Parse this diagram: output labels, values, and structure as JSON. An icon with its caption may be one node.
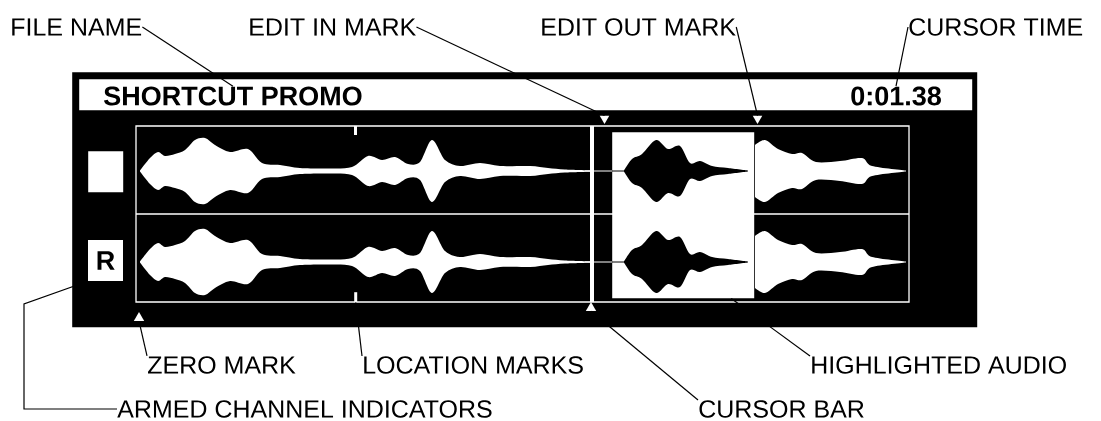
{
  "diagram": {
    "nodes": [
      {
        "text": [
          "FILE NAME"
        ]
      },
      {
        "text": [
          "EDIT IN MARK"
        ]
      },
      {
        "text": [
          "EDIT OUT MARK"
        ]
      },
      {
        "text": [
          "CURSOR TIME"
        ]
      },
      {
        "text": [
          "ZERO MARK"
        ]
      },
      {
        "text": [
          "LOCATION MARKS"
        ]
      },
      {
        "text": [
          "HIGHLIGHTED AUDIO"
        ]
      },
      {
        "text": [
          "ARMED CHANNEL INDICATORS"
        ]
      },
      {
        "text": [
          "CURSOR BAR"
        ]
      },
      {
        "text": [],
        "shape": "box"
      },
      {
        "text": [],
        "shape": "bar",
        "in": 9
      },
      {
        "text": [
          "SHORTCUT PROMO"
        ],
        "in": 10
      },
      {
        "text": [
          "0:01.38"
        ],
        "in": 10
      },
      {
        "text": [],
        "shape": "triangle",
        "in": 9
      },
      {
        "text": [],
        "shape": "triangle",
        "in": 9
      },
      {
        "text": [],
        "shape": "box",
        "in": 9
      },
      {
        "text": [],
        "shape": "bar",
        "in": 9
      },
      {
        "text": [],
        "shape": "triangle",
        "in": 9
      },
      {
        "text": [],
        "shape": "triangle",
        "in": 9
      },
      {
        "text": [],
        "shape": "box",
        "in": 9
      },
      {
        "text": [
          "R"
        ],
        "in": 9
      }
    ],
    "edges": [
      {
        "from": 0,
        "to": 11,
        "arrow": "none"
      },
      {
        "from": 1,
        "to": 13,
        "arrow": "none"
      },
      {
        "from": 2,
        "to": 14,
        "arrow": "none"
      },
      {
        "from": 3,
        "to": 12,
        "arrow": "none"
      },
      {
        "from": 4,
        "to": 17,
        "arrow": "none"
      },
      {
        "from": 5,
        "to": 16,
        "arrow": "none"
      },
      {
        "from": 6,
        "to": 15,
        "arrow": "none"
      },
      {
        "from": 7,
        "to": 20,
        "arrow": "none"
      },
      {
        "from": 8,
        "to": 18,
        "arrow": "none"
      }
    ]
  }
}
